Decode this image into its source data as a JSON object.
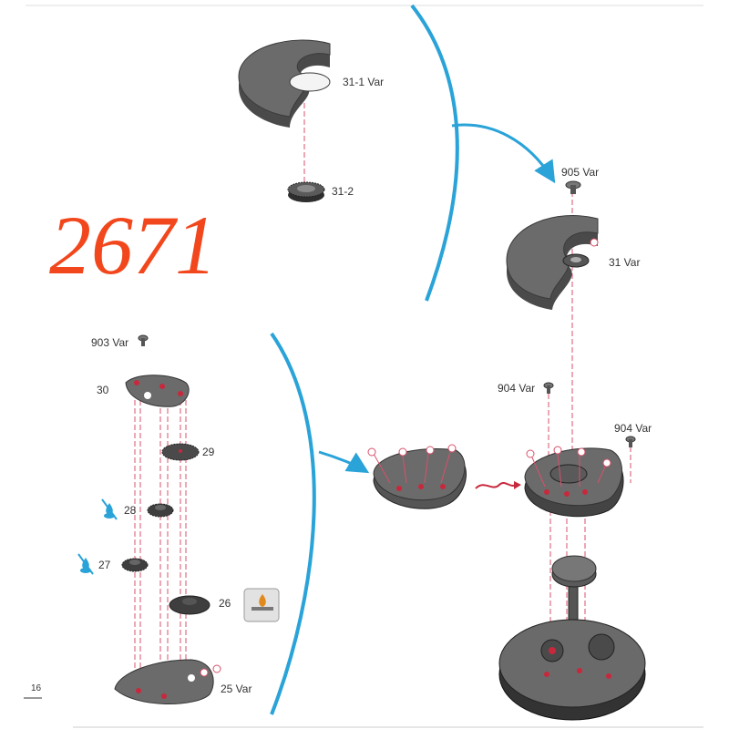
{
  "page": {
    "number": "16"
  },
  "title": {
    "caliber": "2671"
  },
  "colors": {
    "arrow": "#2aa3d8",
    "caliber": "#f2471c",
    "part": "#5e5e5e",
    "part_dark": "#3a3a3a",
    "dash": "#d9516b",
    "jewel": "#c8283c"
  },
  "icons": {
    "no_oil": "no-oil-cross-icon",
    "oil": "oil-flame-icon",
    "rotate": "rotation-arrow-icon"
  },
  "labels": {
    "p31_1": "31-1 Var",
    "p31_2": "31-2",
    "p905": "905 Var",
    "p31": "31 Var",
    "p903": "903 Var",
    "p30": "30",
    "p29": "29",
    "p28": "28",
    "p27": "27",
    "p26": "26",
    "p25": "25 Var",
    "p904a": "904 Var",
    "p904b": "904 Var"
  }
}
